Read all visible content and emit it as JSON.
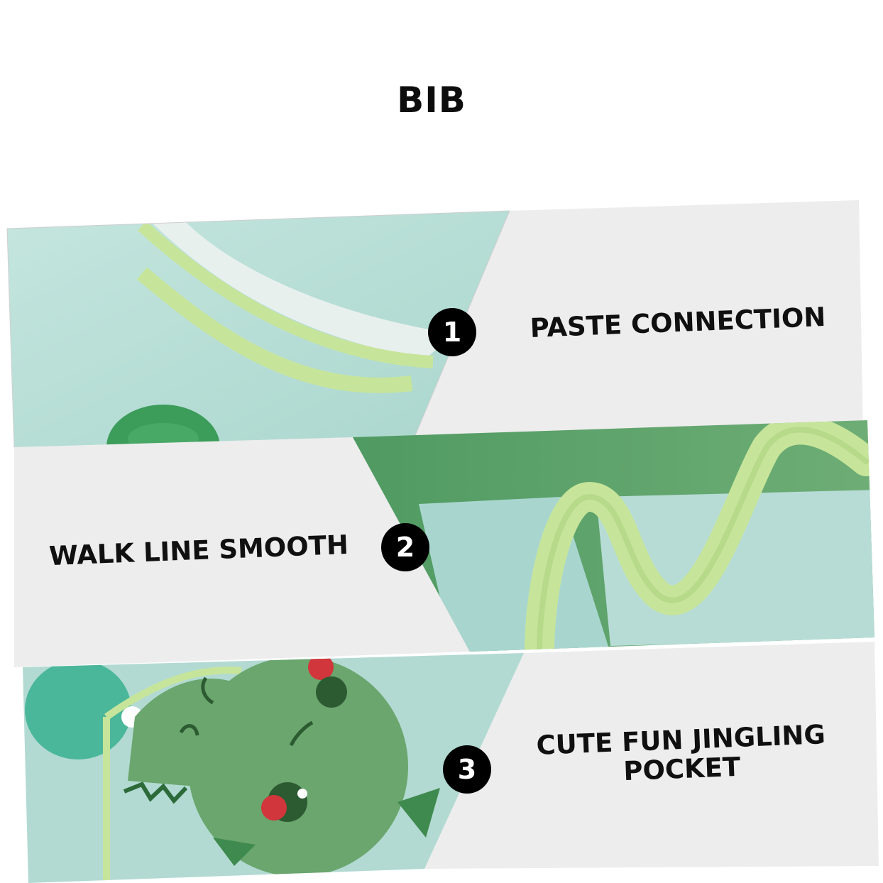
{
  "title": "BIB",
  "features": [
    {
      "number": "1",
      "label": "PASTE CONNECTION"
    },
    {
      "number": "2",
      "label": "WALK LINE SMOOTH"
    },
    {
      "number": "3",
      "label_lines": [
        "CUTE FUN JINGLING",
        "POCKET"
      ]
    }
  ],
  "colors": {
    "panel_gray": "#ededed",
    "bib_mint": "#b6ddd6",
    "bib_green": "#4f9a62",
    "trim_lime": "#c7e59a",
    "dino_green": "#6aa66d",
    "badge_black": "#000000"
  }
}
